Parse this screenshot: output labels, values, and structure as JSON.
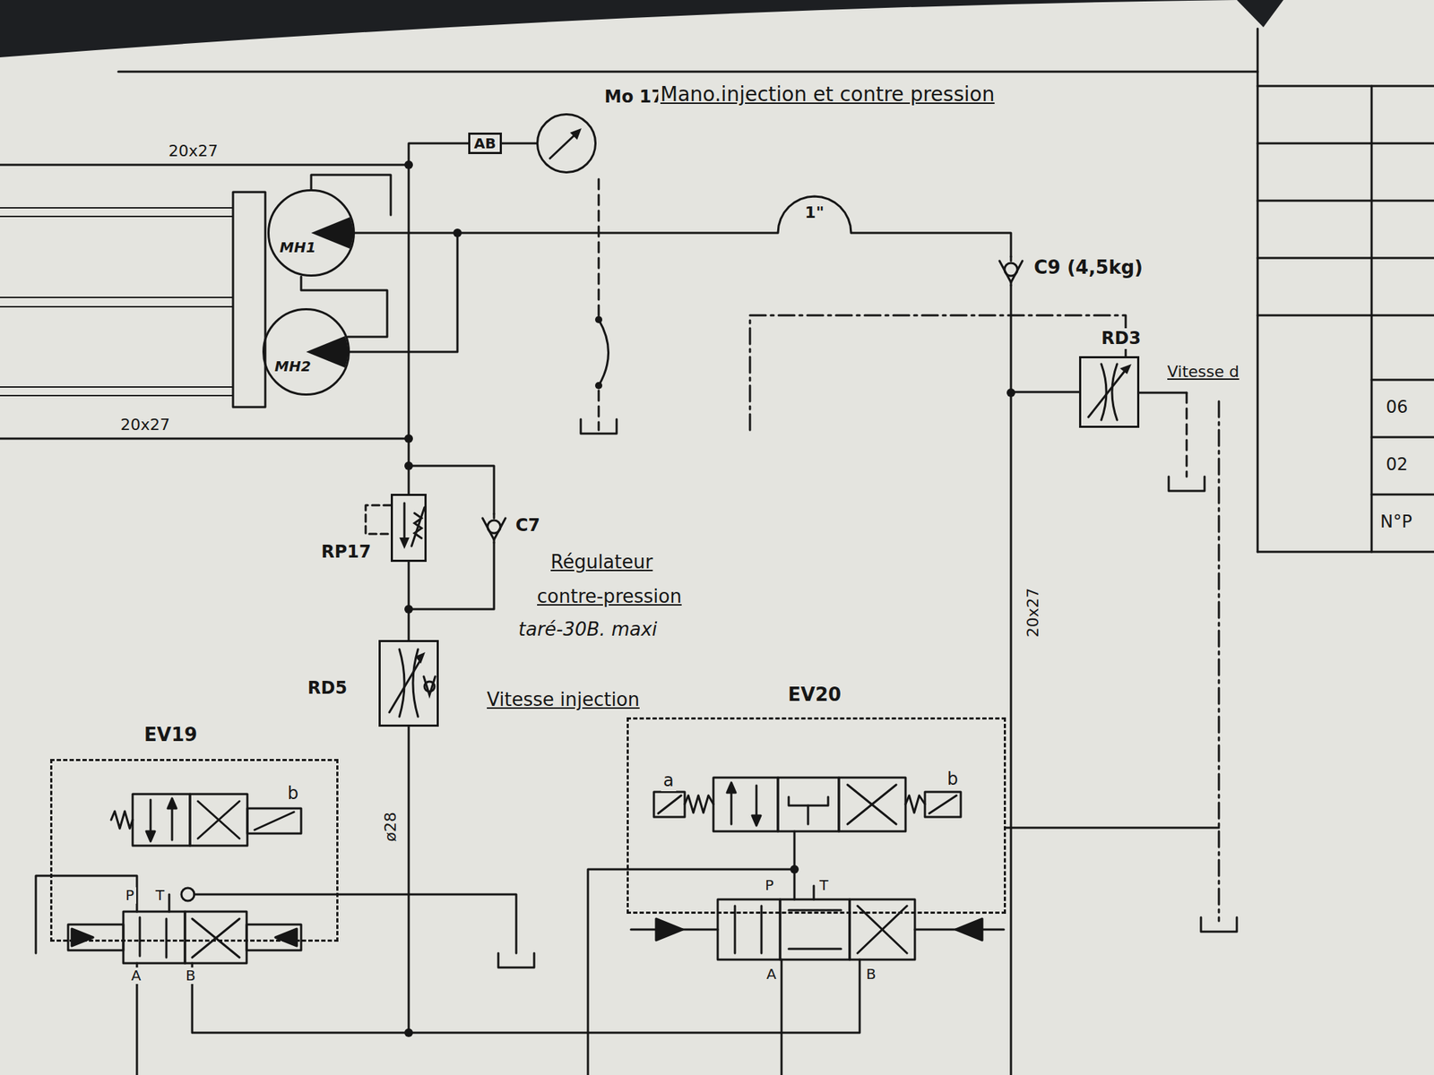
{
  "diagram": {
    "title": "Mano.injection et contre pression",
    "nodes": [
      {
        "text": [
          "Mo 17"
        ]
      },
      {
        "text": [
          "AB"
        ]
      },
      {
        "text": [
          "MH1"
        ]
      },
      {
        "text": [
          "MH2"
        ]
      },
      {
        "text": [
          "C9 (4,5kg)"
        ]
      },
      {
        "text": [
          "RD3"
        ]
      },
      {
        "text": [
          "RP17"
        ]
      },
      {
        "text": [
          "C7"
        ]
      },
      {
        "text": [
          "RD5"
        ]
      },
      {
        "text": [
          "EV19"
        ]
      },
      {
        "text": [
          "EV20"
        ]
      }
    ],
    "edges": [
      {
        "from": 1,
        "to": 0,
        "arrow": "none"
      },
      {
        "from": 1,
        "to": 6,
        "arrow": "none"
      },
      {
        "from": 2,
        "to": 4,
        "arrow": "none",
        "label": "1\""
      },
      {
        "from": 4,
        "to": 5,
        "arrow": "none"
      },
      {
        "from": 6,
        "to": 8,
        "arrow": "none"
      }
    ],
    "labels": [
      "20x27",
      "20x27",
      "20x27",
      "Régulateur",
      "contre-pression",
      "taré-30B. maxi",
      "Vitesse injection",
      "Vitesse d",
      "ø28",
      "b",
      "P",
      "T",
      "A",
      "B",
      "a",
      "b",
      "P",
      "T",
      "A",
      "B",
      "06",
      "02",
      "N°P"
    ]
  }
}
